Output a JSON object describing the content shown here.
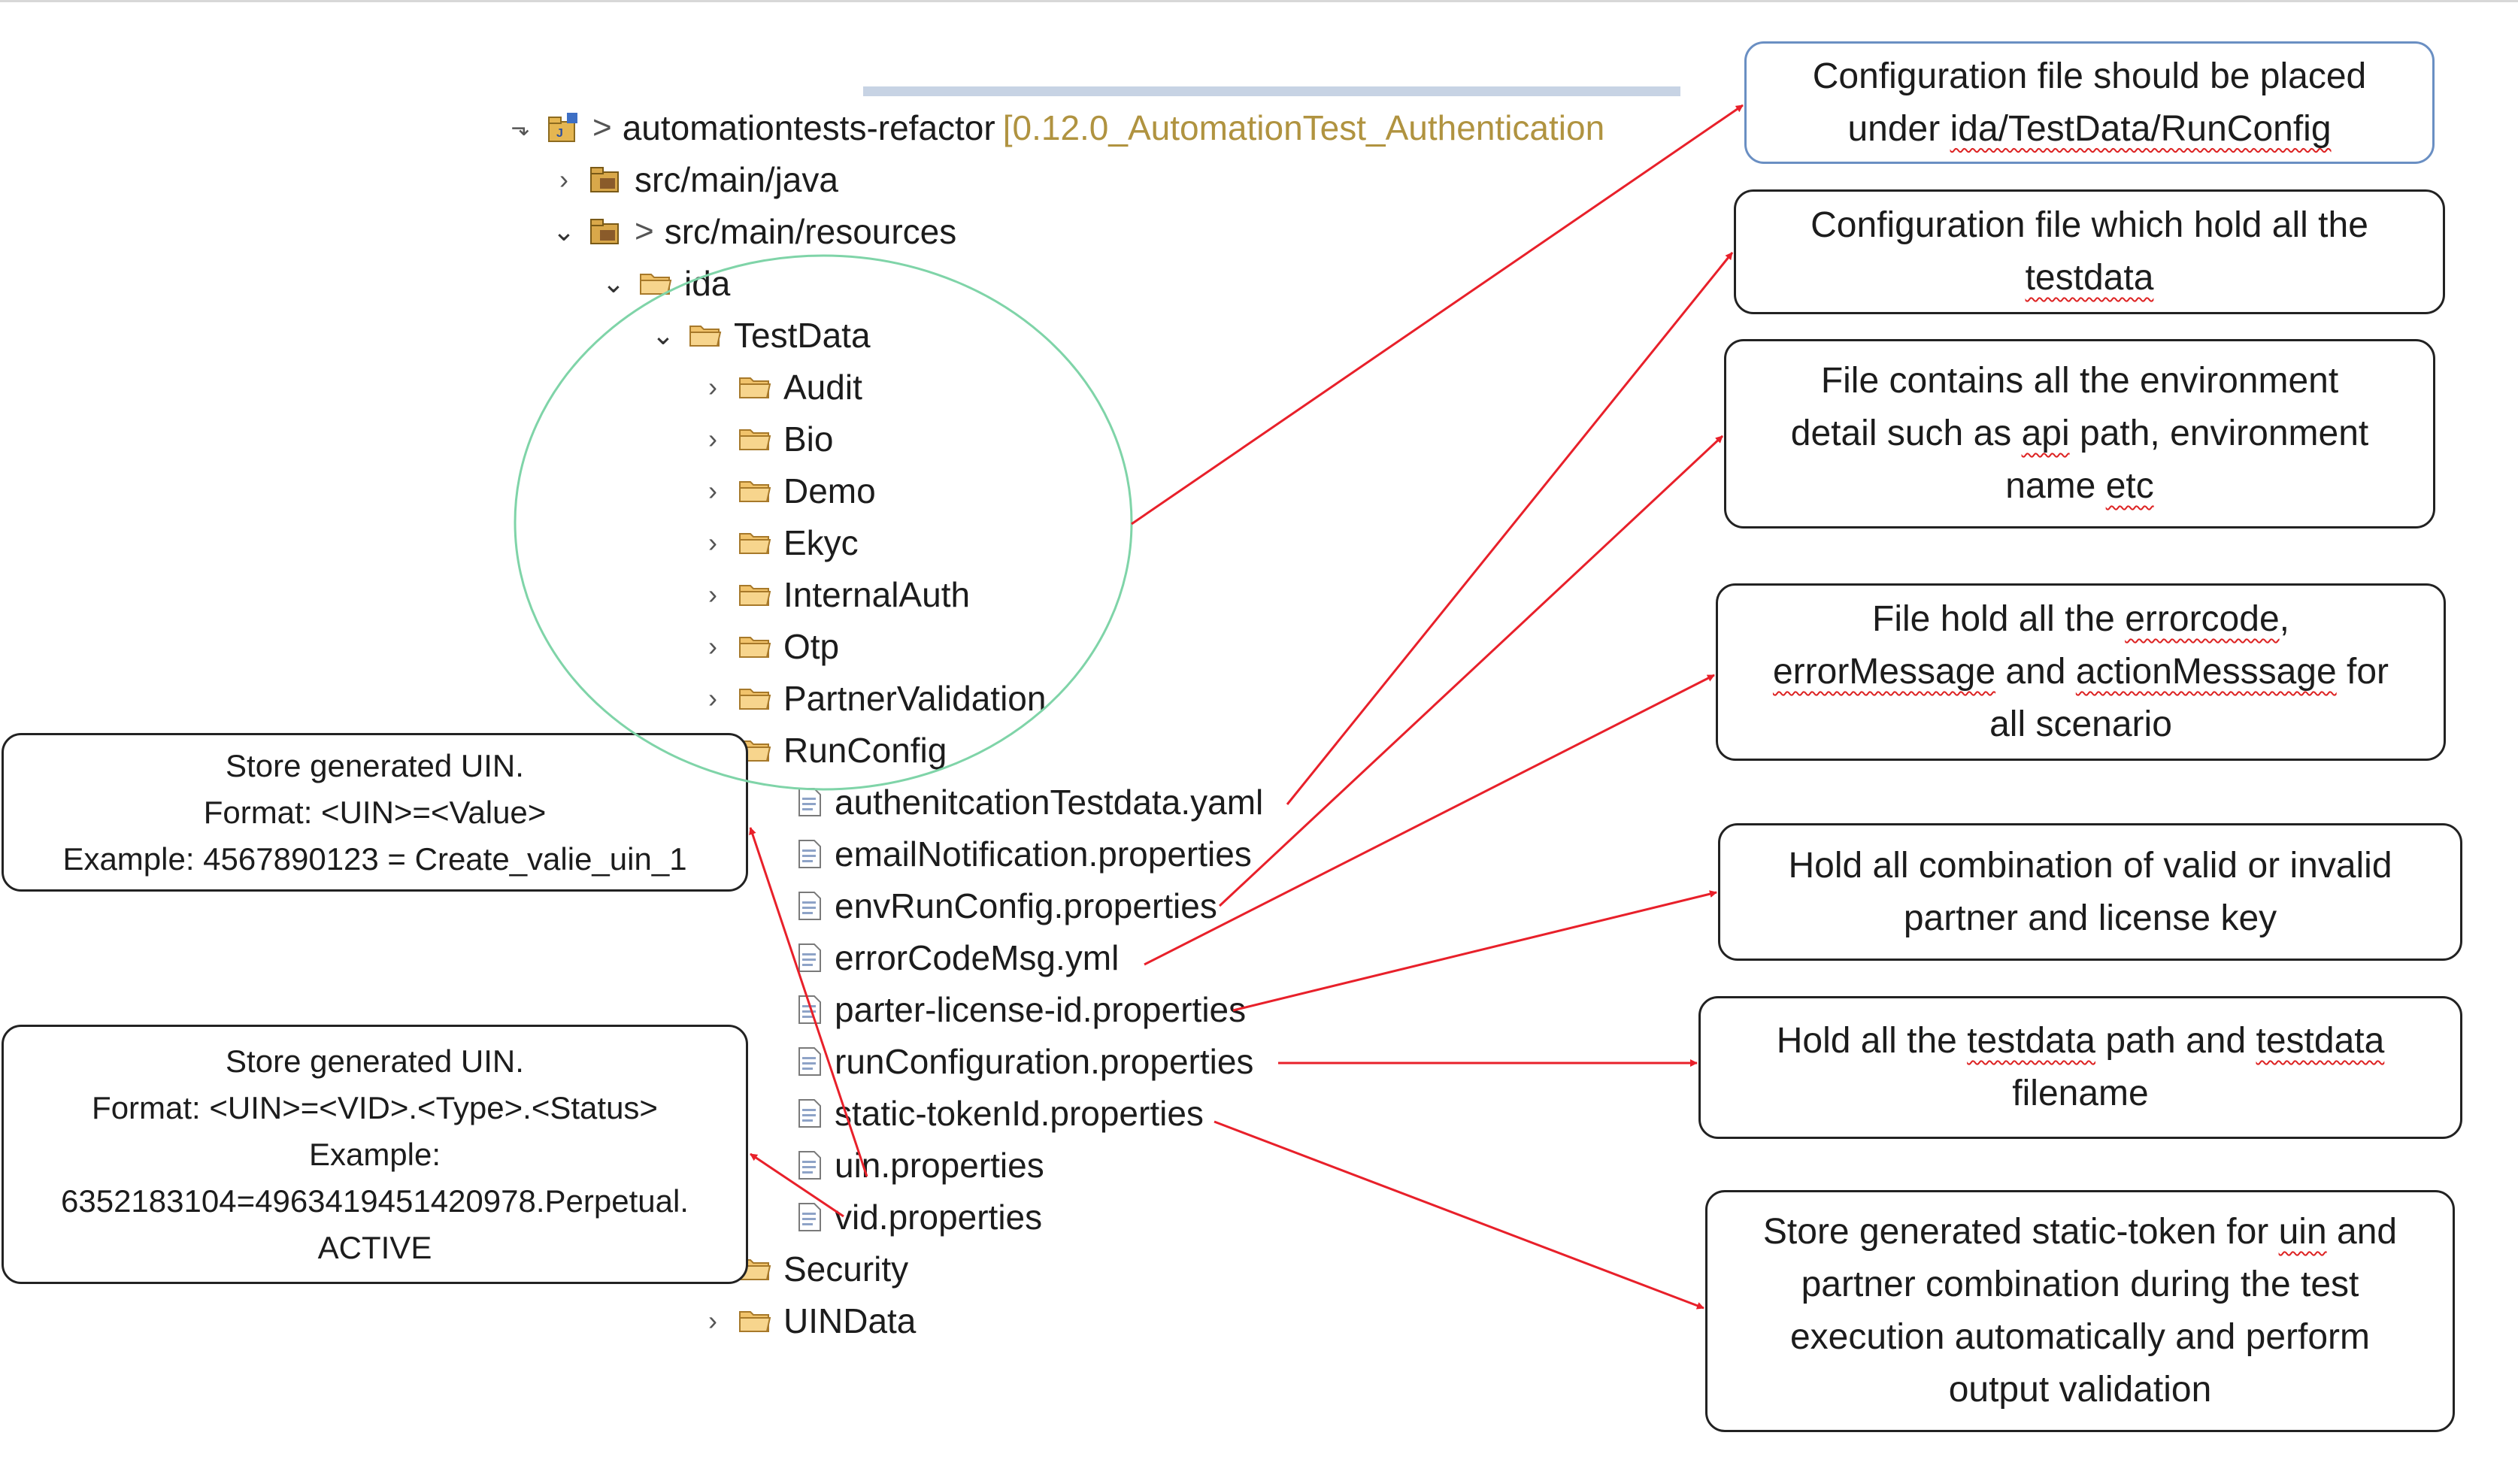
{
  "tree": {
    "project": {
      "name": "automationtests-refactor",
      "branch": "[0.12.0_AutomationTest_Authentication"
    },
    "src_java": "src/main/java",
    "src_resources": "src/main/resources",
    "ida": "ida",
    "testdata": "TestData",
    "folders": [
      "Audit",
      "Bio",
      "Demo",
      "Ekyc",
      "InternalAuth",
      "Otp",
      "PartnerValidation"
    ],
    "runconfig": "RunConfig",
    "files": [
      "authenitcationTestdata.yaml",
      "emailNotification.properties",
      "envRunConfig.properties",
      "errorCodeMsg.yml",
      "parter-license-id.properties",
      "runConfiguration.properties",
      "static-tokenId.properties",
      "uin.properties",
      "vid.properties"
    ],
    "after_folders": [
      "Security",
      "UINData"
    ]
  },
  "callouts": {
    "runconfig_placement": {
      "l1a": "Configuration file should be placed",
      "l2a": "under ",
      "l2b": "ida/TestData/RunConfig"
    },
    "testdata_config": {
      "l1": "Configuration file which hold all the",
      "l2": "testdata"
    },
    "env_detail": {
      "l1": "File contains all the environment",
      "l2a": "detail such as ",
      "l2b": "api",
      "l2c": " path, environment",
      "l3a": "name ",
      "l3b": "etc"
    },
    "errorcode": {
      "l1a": "File hold all the ",
      "l1b": "errorcode",
      "l1c": ",",
      "l2a": "errorMessage",
      "l2b": " and ",
      "l2c": "actionMesssage",
      "l2d": " for",
      "l3": "all scenario"
    },
    "partner_license": {
      "l1": "Hold all combination of valid or invalid",
      "l2": "partner and license key"
    },
    "testdata_path": {
      "l1a": "Hold all the ",
      "l1b": "testdata",
      "l1c": " path and ",
      "l1d": "testdata",
      "l2": "filename"
    },
    "static_token": {
      "l1a": "Store generated static-token for ",
      "l1b": "uin",
      "l1c": " and",
      "l2": "partner combination during the test",
      "l3": "execution automatically and perform",
      "l4": "output validation"
    },
    "uin_store": {
      "l1": "Store generated UIN.",
      "l2": "Format: <UIN>=<Value>",
      "l3": "Example: 4567890123 = Create_valie_uin_1"
    },
    "vid_store": {
      "l1": "Store generated UIN.",
      "l2": "Format: <UIN>=<VID>.<Type>.<Status>",
      "l3": "Example:",
      "l4": "6352183104=4963419451420978.Perpetual.",
      "l5": "ACTIVE"
    }
  },
  "icons": {
    "project": "java-project-icon",
    "package": "package-folder-icon",
    "folder": "folder-icon",
    "file": "properties-file-icon"
  },
  "colors": {
    "arrow": "#e8202a",
    "ellipse": "#7fd4a8",
    "branch": "#b09340",
    "callout_blue": "#6a8fc3"
  }
}
